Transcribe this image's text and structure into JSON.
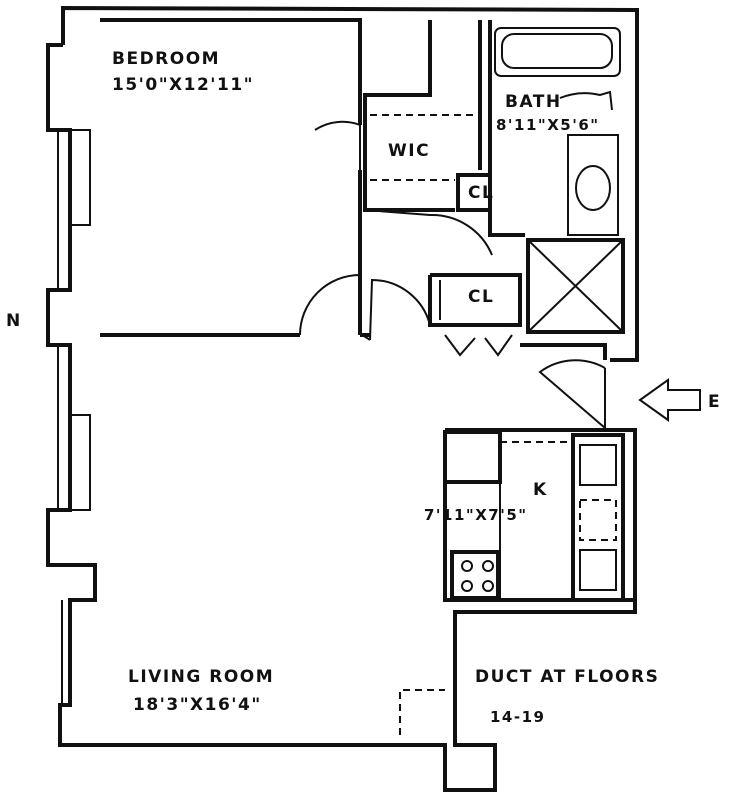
{
  "rooms": {
    "bedroom": {
      "name": "BEDROOM",
      "dims": "15'0\"X12'11\""
    },
    "bath": {
      "name": "BATH",
      "dims": "8'11\"X5'6\""
    },
    "wic": {
      "name": "WIC"
    },
    "closet_wic": {
      "name": "CL"
    },
    "closet_hall": {
      "name": "CL"
    },
    "kitchen": {
      "name": "K",
      "dims": "7'11\"X7'5\""
    },
    "living_room": {
      "name": "LIVING ROOM",
      "dims": "18'3\"X16'4\""
    }
  },
  "compass": {
    "north": "N",
    "entry": "E"
  },
  "duct": {
    "line1": "DUCT AT FLOORS",
    "line2": "14-19"
  }
}
